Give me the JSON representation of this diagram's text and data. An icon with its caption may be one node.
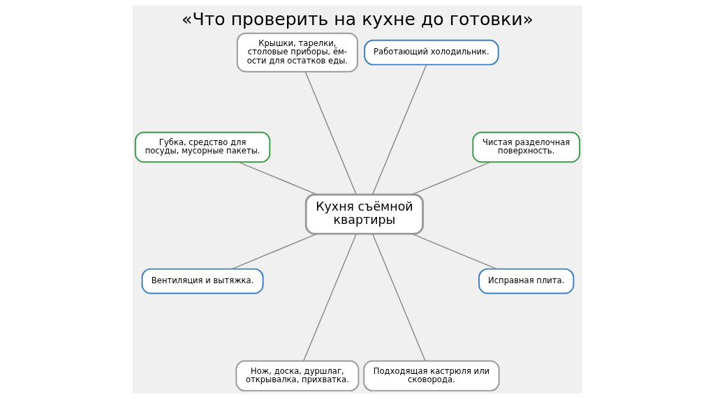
{
  "diagram": {
    "title": "«Что проверить на кухне до готовки»",
    "nodes": [
      {
        "text": [
          "Кухня съёмной квартиры"
        ]
      },
      {
        "text": [
          "Чистая разделочная поверхность."
        ]
      },
      {
        "text": [
          "Работающий холодильник."
        ]
      },
      {
        "text": [
          "Крышки, тарелки, столовые приборы, ём-ости для остатков еды."
        ]
      },
      {
        "text": [
          "Губка, средство для посуды, мусорные пакеты."
        ]
      },
      {
        "text": [
          "Вентиляция и вытяжка."
        ]
      },
      {
        "text": [
          "Нож, доска, дуршлаг, открывалка, прихватка."
        ]
      },
      {
        "text": [
          "Подходящая кастрюля или сковорода."
        ]
      },
      {
        "text": [
          "Исправная плита."
        ]
      }
    ],
    "edges": [
      {
        "from": 0,
        "to": 1,
        "arrow": "none"
      },
      {
        "from": 0,
        "to": 2,
        "arrow": "none"
      },
      {
        "from": 0,
        "to": 3,
        "arrow": "none"
      },
      {
        "from": 0,
        "to": 4,
        "arrow": "none"
      },
      {
        "from": 0,
        "to": 5,
        "arrow": "none"
      },
      {
        "from": 0,
        "to": 6,
        "arrow": "none"
      },
      {
        "from": 0,
        "to": 7,
        "arrow": "none"
      },
      {
        "from": 0,
        "to": 8,
        "arrow": "none"
      }
    ]
  }
}
